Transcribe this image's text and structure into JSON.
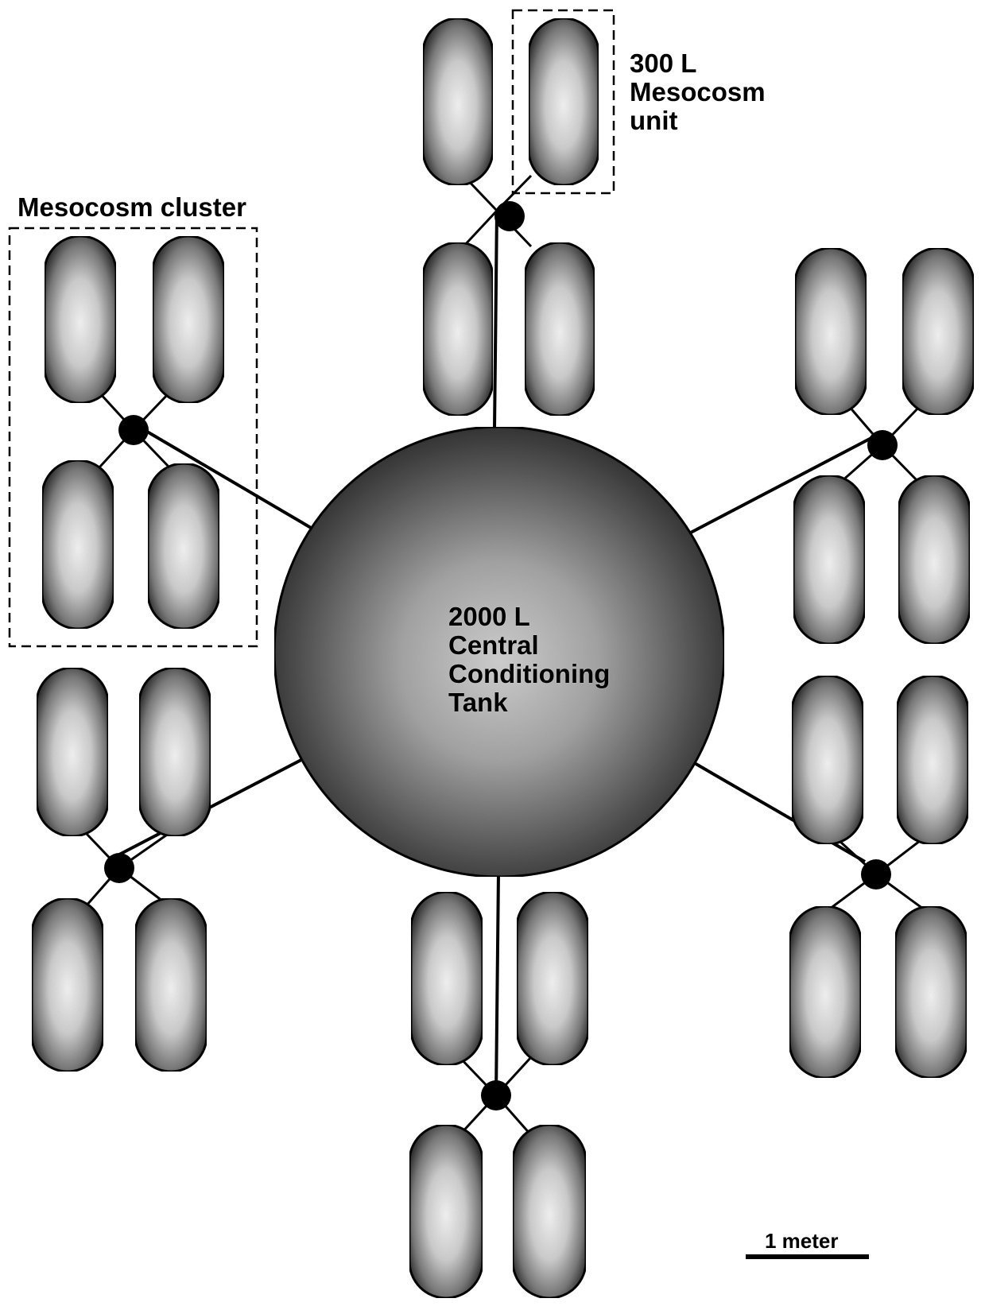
{
  "labels": {
    "unit": [
      "300 L",
      "Mesocosm",
      "unit"
    ],
    "cluster": "Mesocosm cluster",
    "tank": [
      "2000 L",
      "Central",
      "Conditioning",
      "Tank"
    ],
    "scale": "1 meter"
  },
  "colors": {
    "ink": "#000000",
    "tank_dark": "#2a2a2a",
    "tank_light": "#cfcfcf",
    "unit_dark": "#333333",
    "unit_light": "#f2f2f2"
  },
  "clusters": [
    "top",
    "upper-left",
    "upper-right",
    "lower-left",
    "lower-right",
    "bottom"
  ]
}
